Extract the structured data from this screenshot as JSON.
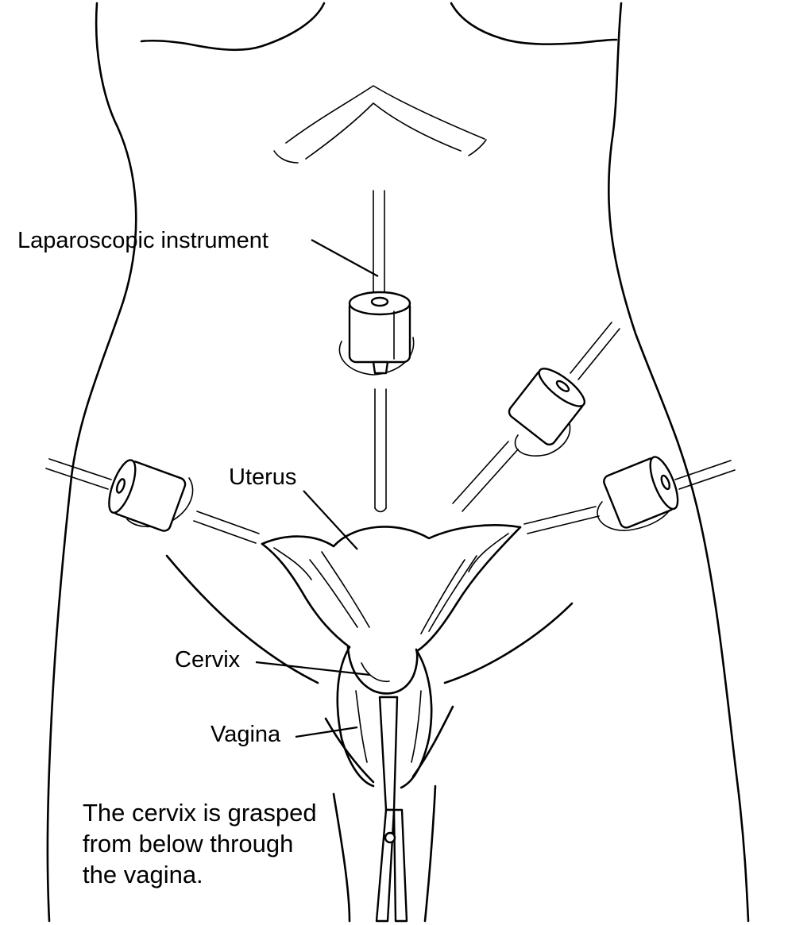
{
  "labels": {
    "laparoscopic_instrument": "Laparoscopic instrument",
    "uterus": "Uterus",
    "cervix": "Cervix",
    "vagina": "Vagina"
  },
  "caption": {
    "line1": "The cervix is grasped",
    "line2": "from below through",
    "line3": "the vagina."
  },
  "colors": {
    "line": "#000000",
    "background": "#ffffff"
  }
}
